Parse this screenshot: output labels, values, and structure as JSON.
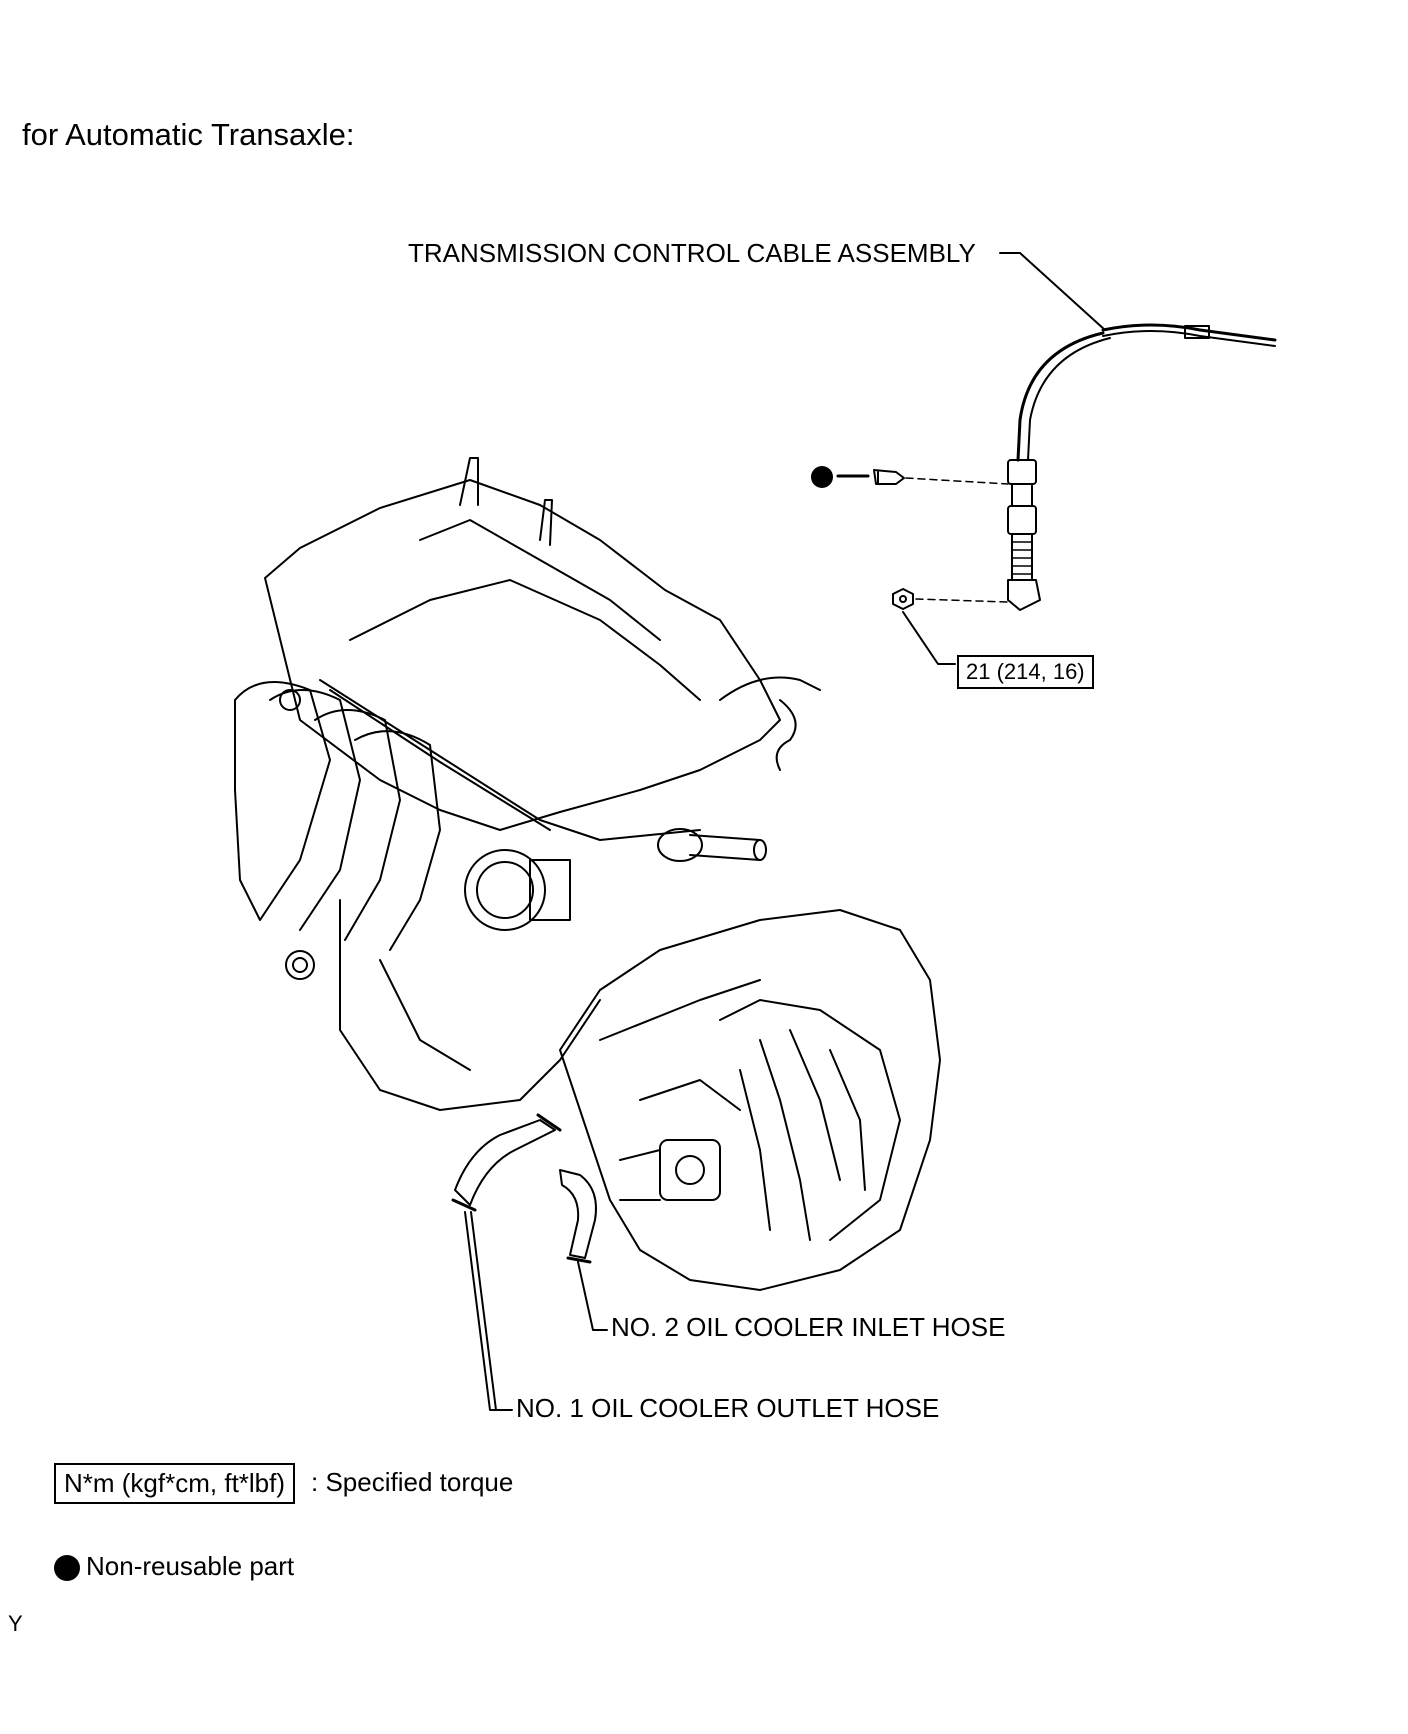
{
  "heading": "for Automatic Transaxle:",
  "callouts": {
    "cable": "TRANSMISSION CONTROL CABLE ASSEMBLY",
    "torque": "21 (214, 16)",
    "inlet_hose": "NO. 2 OIL COOLER INLET HOSE",
    "outlet_hose": "NO. 1 OIL COOLER OUTLET HOSE"
  },
  "legend": {
    "torque_units": "N*m (kgf*cm, ft*lbf)",
    "torque_desc": ": Specified torque",
    "non_reusable_desc": "Non-reusable part"
  },
  "figure_code": "Y",
  "icons": {
    "non_reusable_marker": "filled-circle-icon"
  }
}
